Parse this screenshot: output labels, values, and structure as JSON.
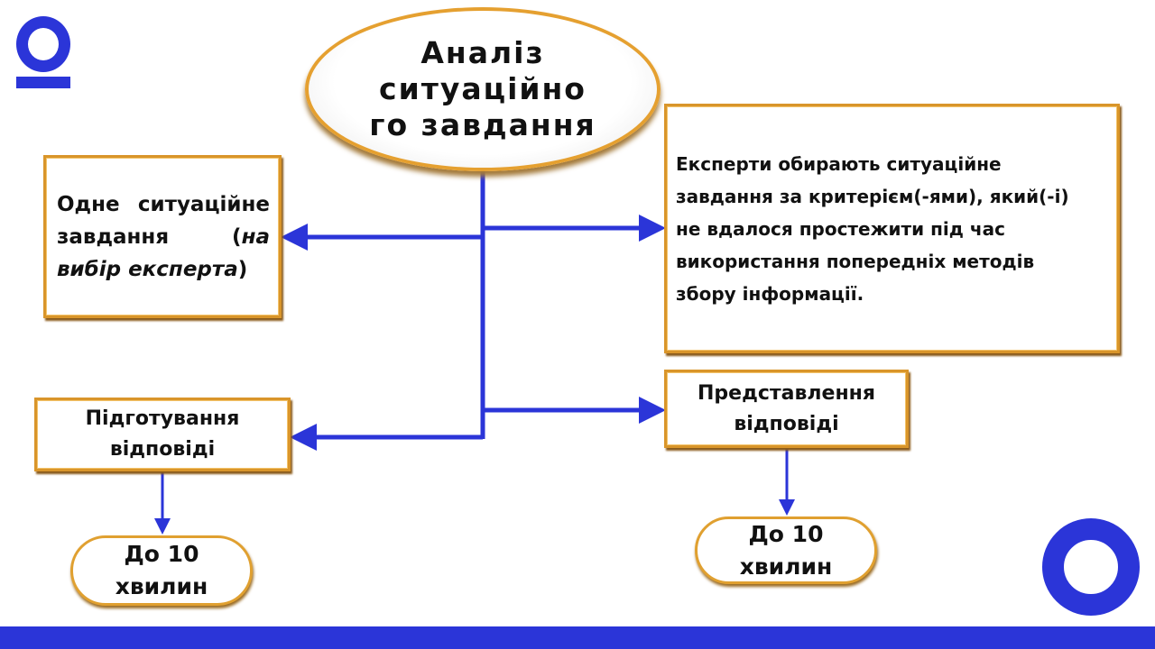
{
  "colors": {
    "accent": "#2b35d8",
    "border": "#d9952a"
  },
  "title": "Аналіз ситуаційного завдання",
  "title_lines": [
    "Аналіз",
    "ситуаційно",
    "го завдання"
  ],
  "left_box": {
    "text_plain": "Одне ситуаційне завдання (",
    "text_italic": "на вибір експерта",
    "text_close": ")"
  },
  "right_box": {
    "text": "Експерти обирають ситуаційне завдання за критерієм(-ями), який(-і) не вдалося простежити під час використання попередніх методів збору інформації."
  },
  "prep_box": {
    "text": "Підготування відповіді"
  },
  "present_box": {
    "text": "Представлення відповіді"
  },
  "prep_time": {
    "text": "До 10 хвилин"
  },
  "present_time": {
    "text": "До 10 хвилин"
  }
}
